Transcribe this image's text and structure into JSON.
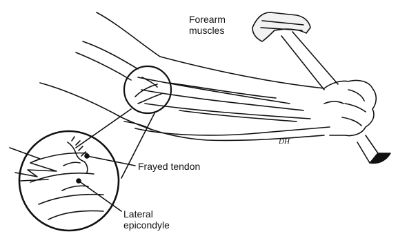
{
  "labels": {
    "forearm_muscles": [
      "Forearm",
      "muscles"
    ],
    "frayed_tendon": "Frayed tendon",
    "lateral_epicondyle": [
      "Lateral",
      "epicondyle"
    ],
    "signature": "DH"
  },
  "colors": {
    "ink": "#111111",
    "background": "#ffffff"
  }
}
